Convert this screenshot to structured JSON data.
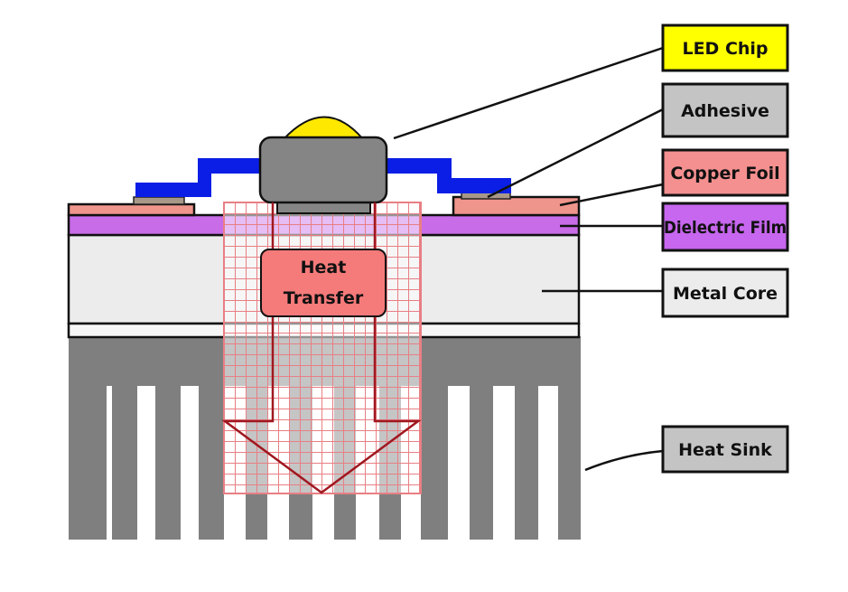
{
  "diagram": {
    "title": "LED on Metal Core PCB - Thermal Path Cross-Section",
    "heat_transfer_label": [
      "Heat",
      "Transfer"
    ],
    "labels": [
      {
        "id": "led-chip",
        "text": "LED Chip",
        "color": "#ffff00"
      },
      {
        "id": "adhesive",
        "text": "Adhesive",
        "color": "#c4c4c4"
      },
      {
        "id": "copper-foil",
        "text": "Copper Foil",
        "color": "#f59090"
      },
      {
        "id": "dielectric-film",
        "text": "Dielectric Film",
        "color": "#c766ee"
      },
      {
        "id": "metal-core",
        "text": "Metal Core",
        "color": "#ececec"
      },
      {
        "id": "heat-sink",
        "text": "Heat Sink",
        "color": "#c4c4c4"
      }
    ],
    "colors": {
      "chip_body": "#858585",
      "lens": "#ffe800",
      "wire": "#0a1ee6",
      "copper": "#f0958c",
      "dielectric": "#c86ce8",
      "metal_core": "#ececec",
      "heat_sink": "#7f7f7f",
      "heat_grid": "#e87f84",
      "heat_arrow": "#a01820",
      "heat_box": "#f57a7a",
      "solder_pad": "#a89888"
    }
  }
}
